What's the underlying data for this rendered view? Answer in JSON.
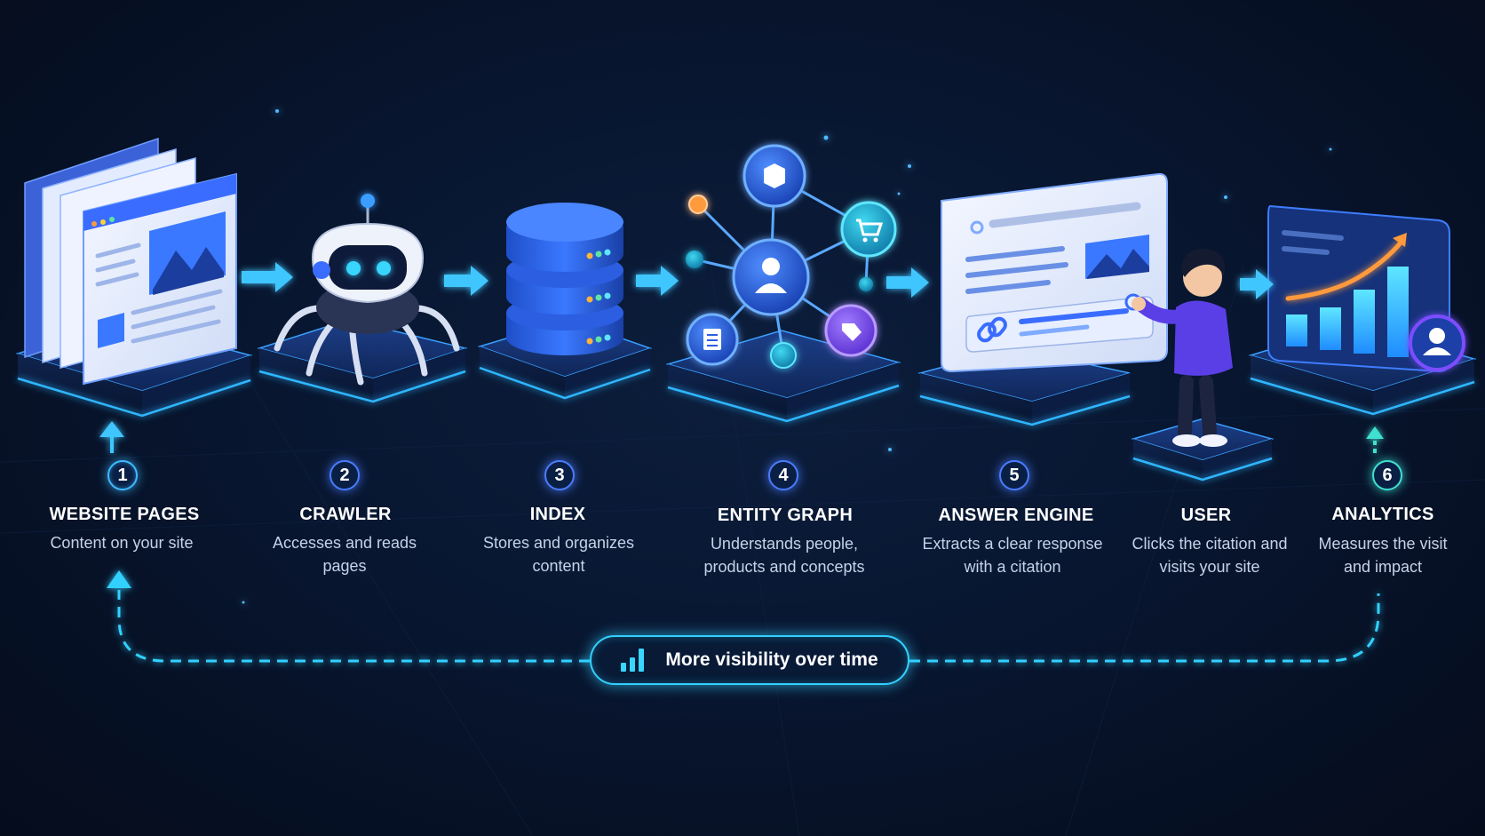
{
  "steps": [
    {
      "number": "1",
      "title": "WEBSITE PAGES",
      "description": "Content on your site",
      "icon": "browser-pages-icon"
    },
    {
      "number": "2",
      "title": "CRAWLER",
      "description": "Accesses and reads pages",
      "icon": "spider-robot-icon"
    },
    {
      "number": "3",
      "title": "INDEX",
      "description": "Stores and organizes content",
      "icon": "database-icon"
    },
    {
      "number": "4",
      "title": "ENTITY GRAPH",
      "description": "Understands people, products and concepts",
      "icon": "entity-network-icon"
    },
    {
      "number": "5",
      "title": "ANSWER ENGINE",
      "description": "Extracts a clear response with a citation",
      "icon": "answer-card-icon"
    },
    {
      "number": "",
      "title": "USER",
      "description": "Clicks the citation and visits your site",
      "icon": "person-icon"
    },
    {
      "number": "6",
      "title": "ANALYTICS",
      "description": "Measures the visit and impact",
      "icon": "growth-chart-icon"
    }
  ],
  "loop": {
    "label": "More visibility over time",
    "icon": "bar-chart-icon"
  },
  "colors": {
    "background": "#081630",
    "accent_cyan": "#33d0ff",
    "accent_blue": "#3a6dff",
    "accent_purple": "#7b4dff",
    "accent_orange": "#ff9a3c"
  }
}
